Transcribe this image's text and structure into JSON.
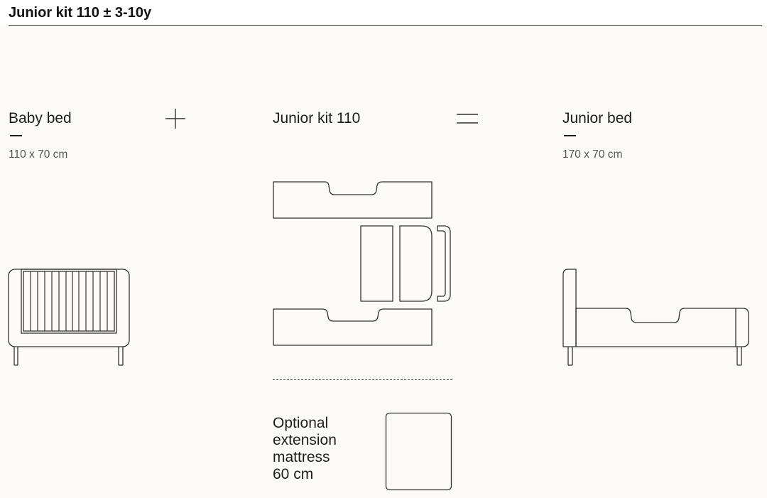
{
  "header": {
    "title": "Junior kit 110 ± 3-10y"
  },
  "columns": [
    {
      "title": "Baby bed",
      "dimensions": "110 x 70 cm"
    },
    {
      "title": "Junior kit 110",
      "dimensions": ""
    },
    {
      "title": "Junior bed",
      "dimensions": "170 x 70 cm"
    }
  ],
  "operators": [
    "+",
    "="
  ],
  "optional": {
    "lines": [
      "Optional",
      "extension",
      "mattress",
      "60 cm"
    ]
  },
  "colors": {
    "line": "#333333",
    "panel_background": "#fbfaf8",
    "text": "#1e1e1e"
  }
}
